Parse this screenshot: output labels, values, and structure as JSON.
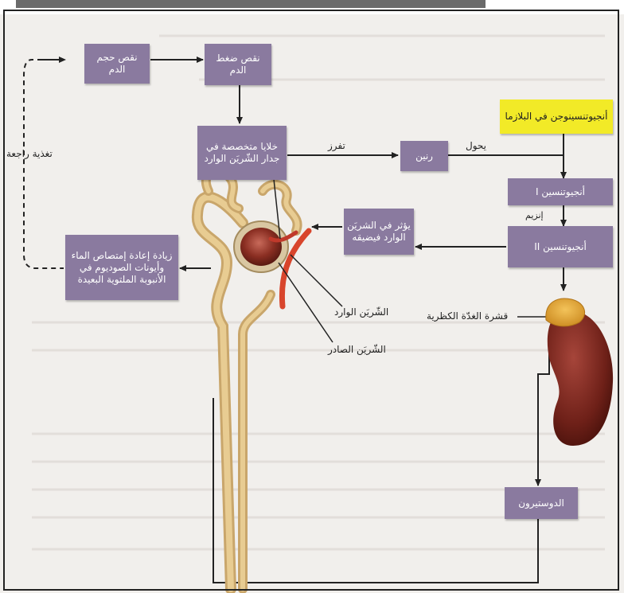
{
  "colors": {
    "box": "#8a7a9f",
    "highlight": "#f2ea27",
    "arrow": "#222222",
    "background": "#f1efec"
  },
  "boxes": {
    "blood_volume": "نقص حجم الدم",
    "blood_pressure": "نقص ضغط الدم",
    "special_cells": "خلايا متخصصة في جدار الشّريَن الوارد",
    "renin": "رنين",
    "angiotensinogen": "أنجيوتنسينوجن في البلازما",
    "angiotensin1": "أنجيوتنسين I",
    "angiotensin2": "أنجيوتنسين II",
    "constricts": "يؤثر في الشريَن الوارد فيضيقه",
    "reabsorption": "زيادة إعادة إمتصاص الماء وأيونات الصوديوم في الأنبوبة الملتوية البعيدة",
    "aldosterone": "الدوستيرون"
  },
  "labels": {
    "feedback": "تغذية راجعة",
    "secretes": "تفرز",
    "converts": "يحول",
    "enzyme": "إنزيم",
    "afferent": "الشّريَن الوارد",
    "efferent": "الشّريَن الصادر",
    "adrenal_cortex": "قشرة الغدّة الكظرية"
  },
  "icons": [
    "kidney-illustration",
    "nephron-illustration"
  ]
}
